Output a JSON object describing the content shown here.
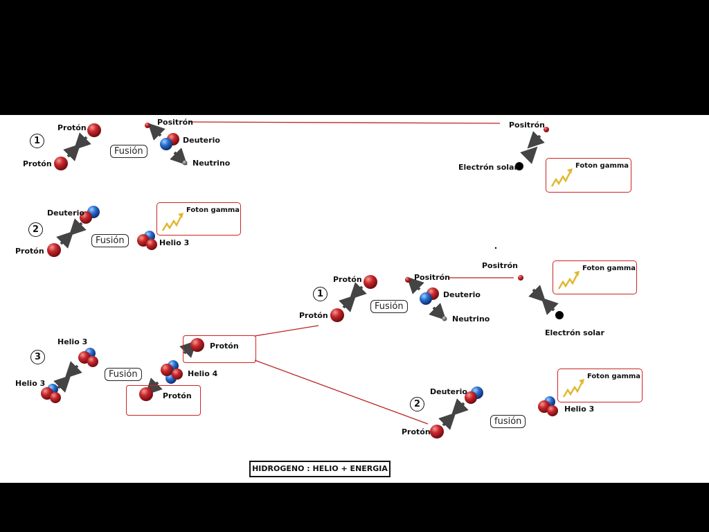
{
  "labels": {
    "proton": "Protón",
    "positron": "Positrón",
    "deuterio": "Deuterio",
    "neutrino": "Neutrino",
    "electron_solar": "Electrón solar",
    "foton_gamma": "Foton gamma",
    "helio3": "Helio 3",
    "helio4": "Helio 4",
    "fusion": "Fusión",
    "fusion_lower": "fusión"
  },
  "steps": [
    "1",
    "2",
    "3"
  ],
  "title": "HIDROGENO :  HELIO + ENERGIA",
  "colors": {
    "proton": "#c0272d",
    "neutron": "#1f63c6",
    "box": "#c22222",
    "photon": "#e0b830"
  }
}
